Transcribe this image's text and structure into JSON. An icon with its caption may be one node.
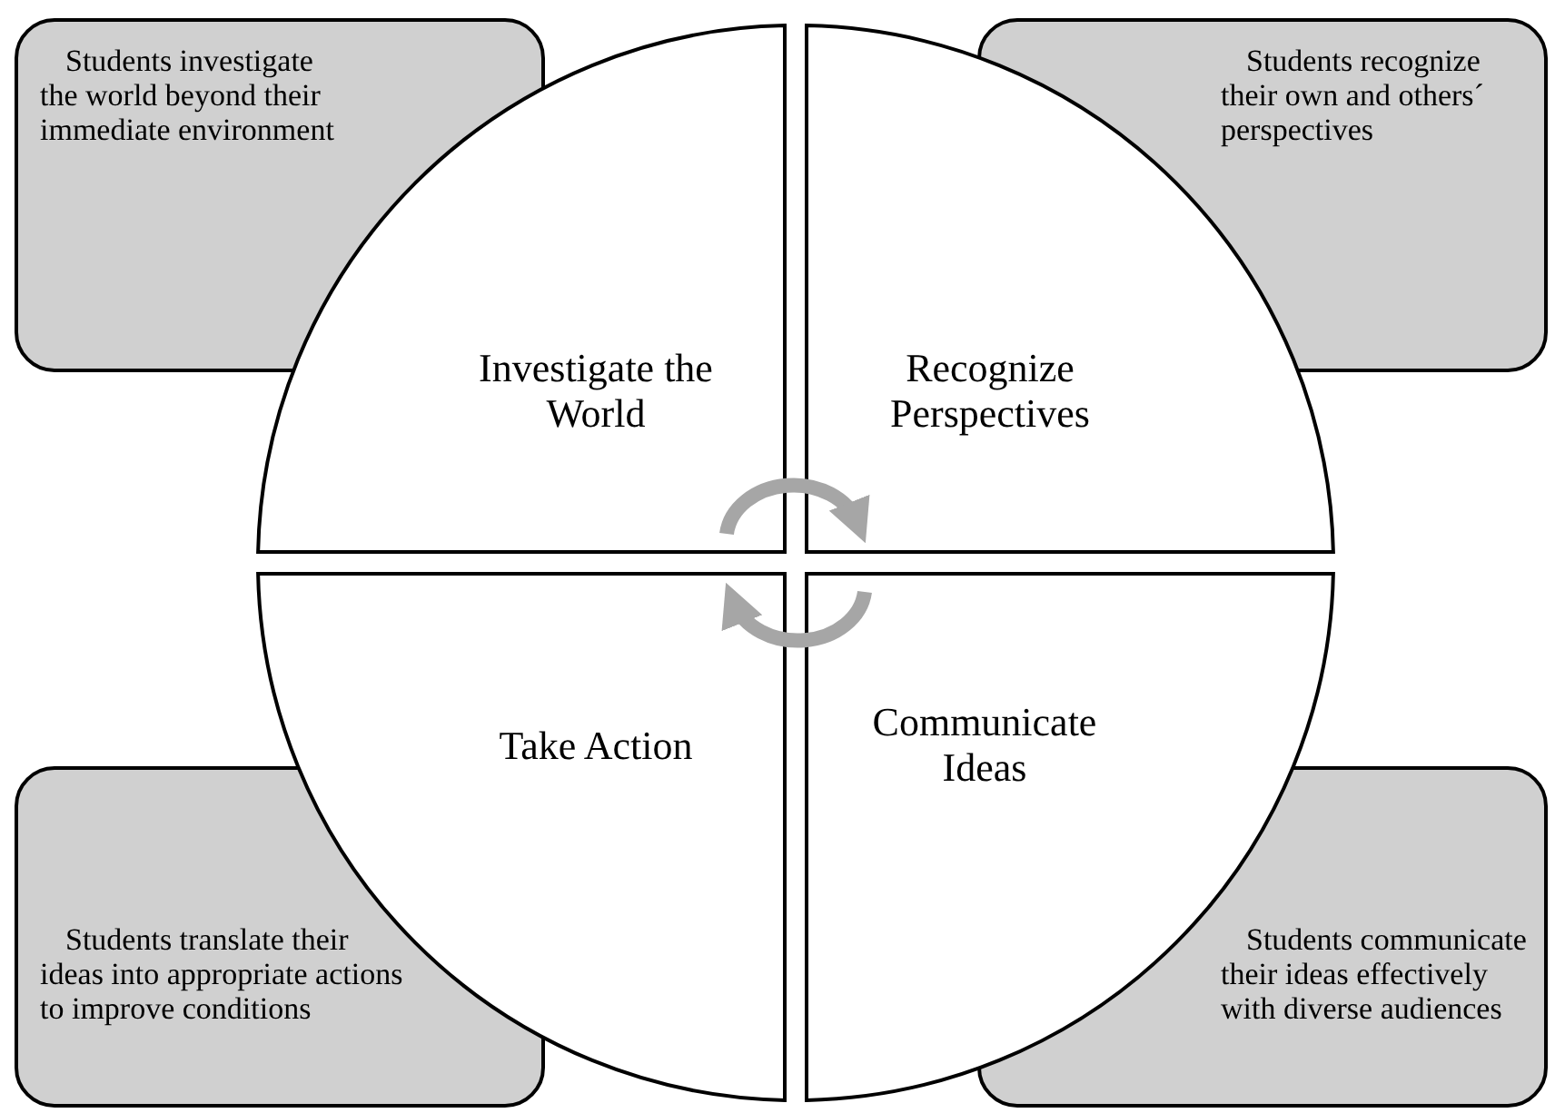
{
  "diagram": {
    "nodes": [
      {
        "text": [
          "Students investigate the world beyond their immediate environment"
        ]
      },
      {
        "text": [
          "Students recognize their own and others´ perspectives"
        ]
      },
      {
        "text": [
          "Investigate the World"
        ]
      },
      {
        "text": [
          "Recognize Perspectives"
        ]
      },
      {
        "text": [
          "Take Action"
        ]
      },
      {
        "text": [
          "Communicate Ideas"
        ]
      },
      {
        "text": [
          "Students translate their ideas into appropriate actions to improve conditions"
        ]
      },
      {
        "text": [
          "Students communicate their ideas effectively with diverse audiences"
        ]
      }
    ],
    "edges": [
      {
        "from": 2,
        "to": 3,
        "arrow": "to"
      },
      {
        "from": 5,
        "to": 4,
        "arrow": "to"
      }
    ]
  }
}
